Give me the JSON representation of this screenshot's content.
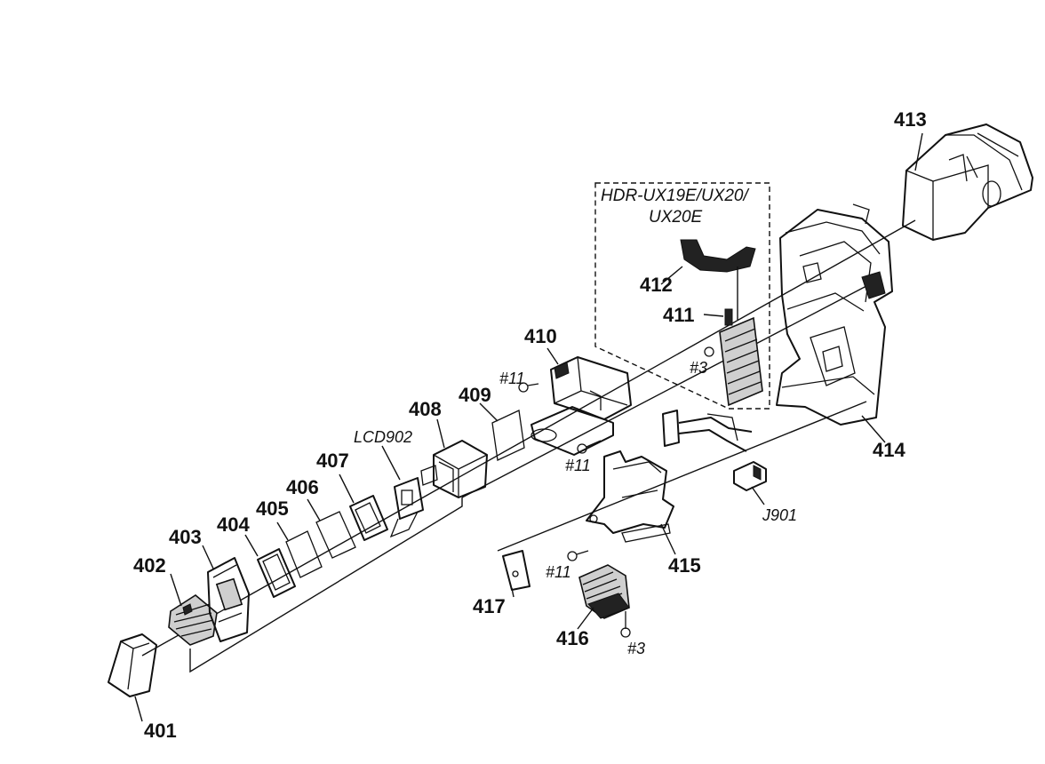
{
  "diagram": {
    "group_label_line1": "HDR-UX19E/UX20/",
    "group_label_line2": "UX20E",
    "parts": {
      "p401": "401",
      "p402": "402",
      "p403": "403",
      "p404": "404",
      "p405": "405",
      "p406": "406",
      "p407": "407",
      "p408": "408",
      "p409": "409",
      "p410": "410",
      "p411": "411",
      "p412": "412",
      "p413": "413",
      "p414": "414",
      "p415": "415",
      "p416": "416",
      "p417": "417"
    },
    "refs": {
      "lcd": "LCD902",
      "jack": "J901",
      "screw11_a": "#11",
      "screw11_b": "#11",
      "screw11_c": "#11",
      "screw3_a": "#3",
      "screw3_b": "#3"
    }
  }
}
